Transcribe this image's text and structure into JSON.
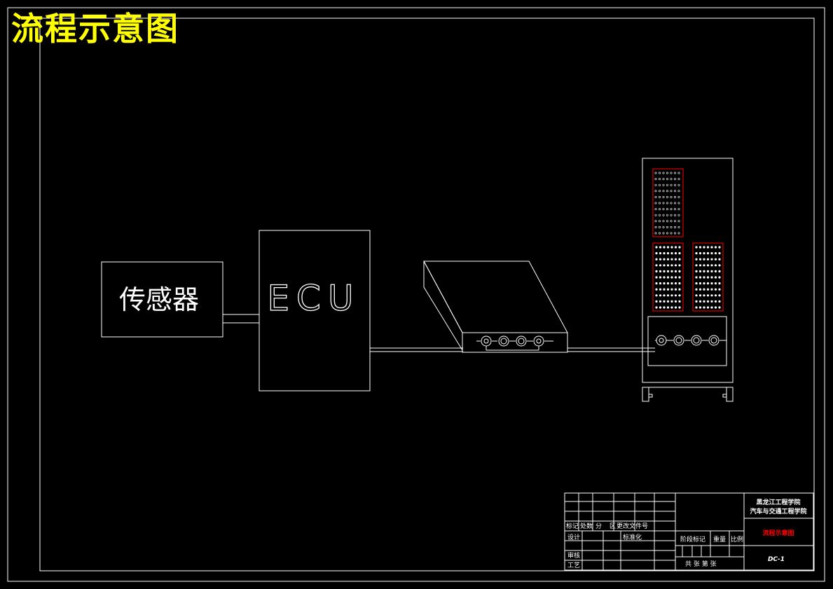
{
  "page": {
    "title": "流程示意图"
  },
  "blocks": {
    "sensor": {
      "label": "传感器"
    },
    "ecu": {
      "label": "ECU"
    }
  },
  "title_block": {
    "school_line1": "黑龙江工程学院",
    "school_line2": "汽车与交通工程学院",
    "drawing_name": "流程示意图",
    "drawing_no": "DC-1",
    "revision_row": [
      "标记",
      "处数",
      "分",
      "区",
      "更改文件号"
    ],
    "labels": {
      "design": "设计",
      "standardize": "标准化",
      "review": "审核",
      "process": "工艺",
      "stage_mark": "阶段标记",
      "weight": "重量",
      "scale": "比例",
      "sheets": "共 张 第 张"
    }
  },
  "colors": {
    "background": "#000000",
    "line": "#ffffff",
    "title": "#ffff00",
    "accent": "#ff0000"
  }
}
